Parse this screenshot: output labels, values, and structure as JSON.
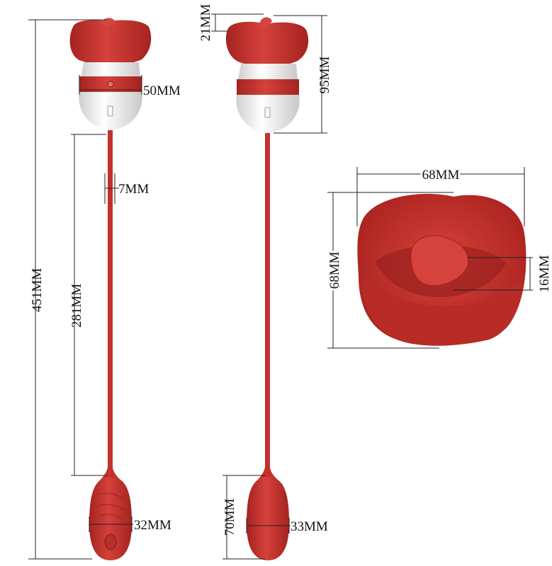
{
  "colors": {
    "product_red": "#c4302c",
    "product_red_dark": "#a42320",
    "product_white": "#f2f2f2",
    "line": "#222222",
    "text": "#111111"
  },
  "dimensions": {
    "total_length": "451MM",
    "cord_length": "281MM",
    "cord_diameter": "7MM",
    "head_diameter": "50MM",
    "tongue_height_side": "21MM",
    "head_height": "95MM",
    "bullet_diameter_front": "32MM",
    "bullet_diameter_side": "33MM",
    "bullet_length": "70MM",
    "mouth_width": "68MM",
    "mouth_height": "68MM",
    "tongue_size": "16MM"
  }
}
